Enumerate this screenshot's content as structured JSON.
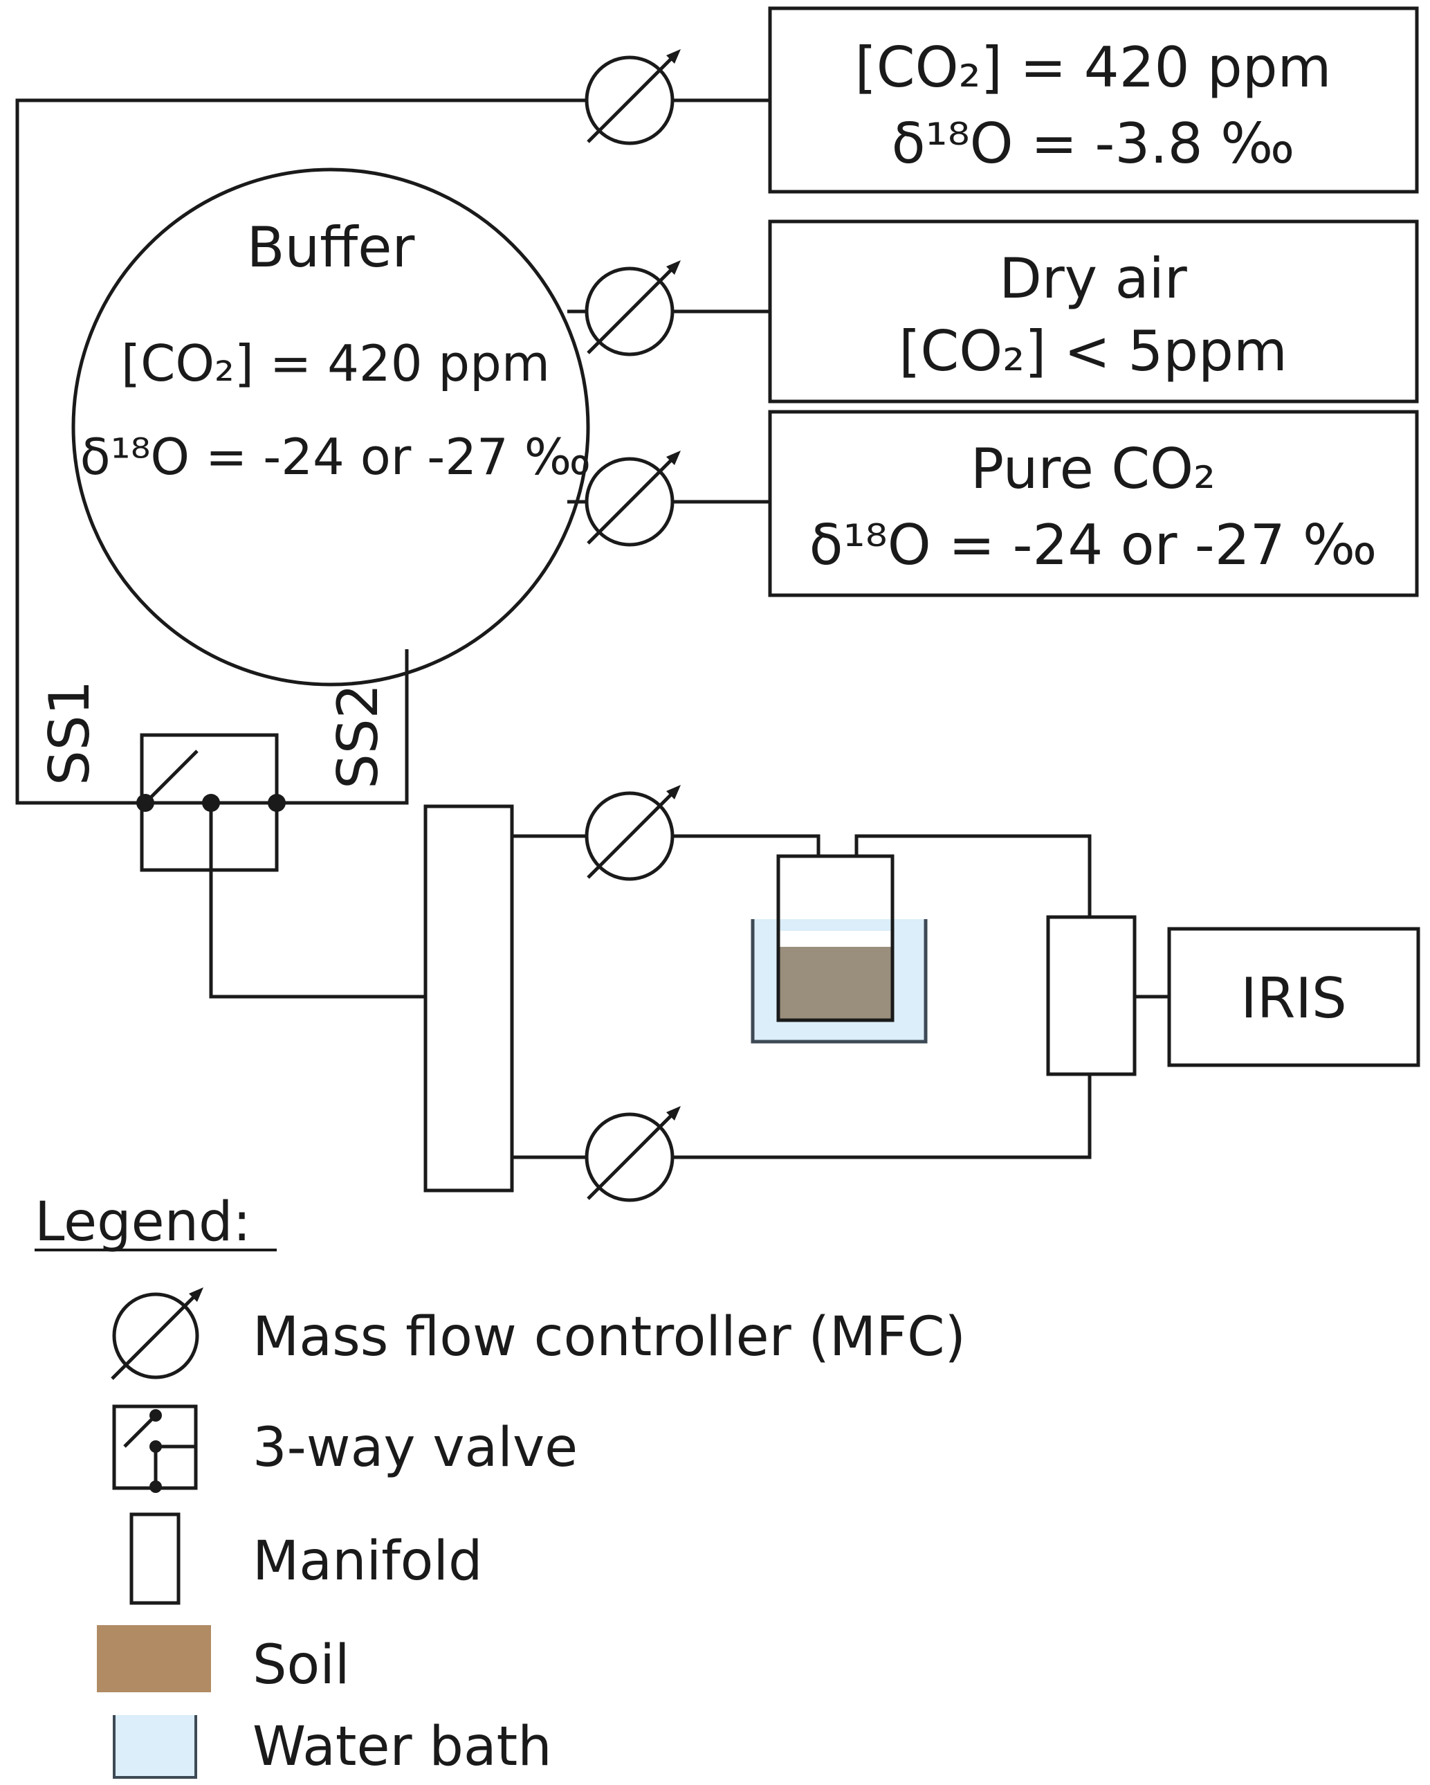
{
  "sources": {
    "ambient": {
      "line1": "[CO₂] = 420 ppm",
      "line2": "δ¹⁸O = -3.8 ‰"
    },
    "dry_air": {
      "line1": "Dry air",
      "line2": "[CO₂] < 5ppm"
    },
    "pure_co2": {
      "line1": "Pure CO₂",
      "line2": "δ¹⁸O = -24 or -27 ‰"
    }
  },
  "buffer": {
    "title": "Buffer",
    "line1": "[CO₂] = 420 ppm",
    "line2": "δ¹⁸O = -24 or -27 ‰"
  },
  "ports": {
    "ss1": "SS1",
    "ss2": "SS2"
  },
  "analyzer": {
    "label": "IRIS"
  },
  "legend": {
    "title": "Legend:",
    "items": [
      {
        "icon": "mfc-icon",
        "label": "Mass flow controller (MFC)"
      },
      {
        "icon": "three-way-valve-icon",
        "label": "3-way valve"
      },
      {
        "icon": "manifold-icon",
        "label": "Manifold"
      },
      {
        "icon": "soil-swatch",
        "label": "Soil"
      },
      {
        "icon": "water-bath-swatch",
        "label": "Water bath"
      }
    ]
  },
  "colors": {
    "line": "#1a1a1a",
    "soil": "#b08b64",
    "soil_in_vessel": "#9a8e7c",
    "water": "#dbeef9",
    "water_edge": "#5a7a8c"
  }
}
